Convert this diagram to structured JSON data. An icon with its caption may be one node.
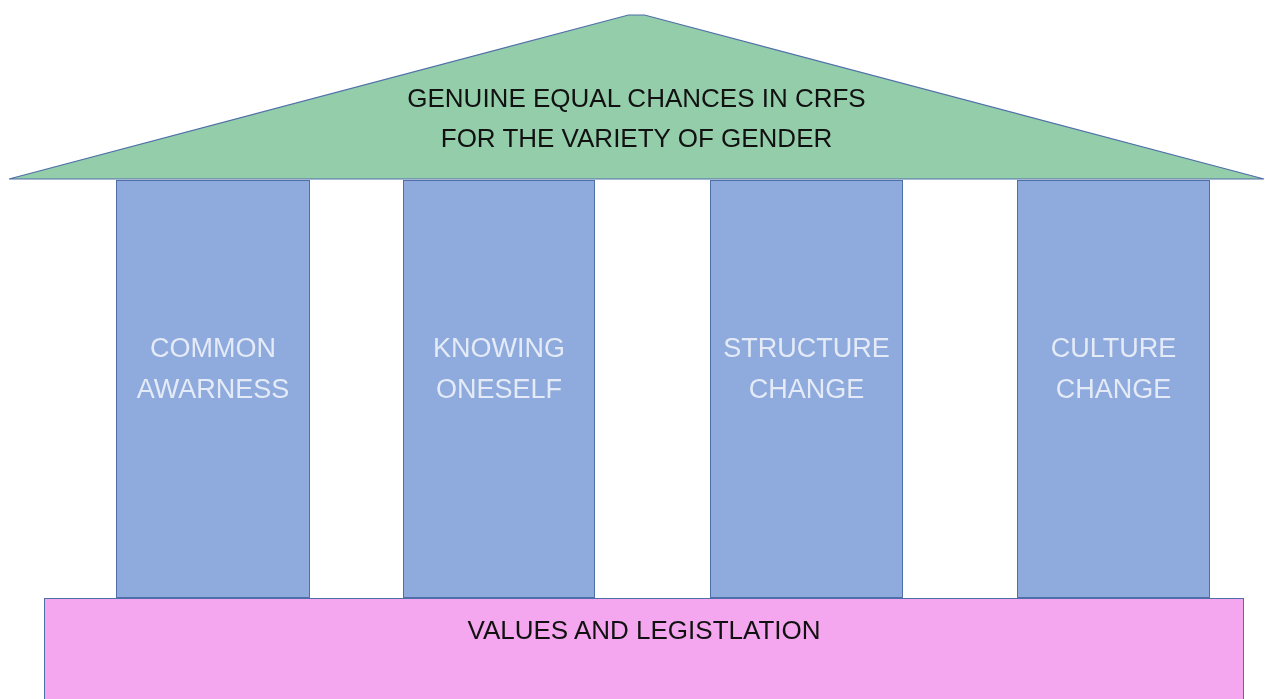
{
  "diagram": {
    "nodes": [
      {
        "text": [
          "GENUINE EQUAL CHANCES IN CRFS FOR THE VARIETY OF GENDER"
        ]
      },
      {
        "text": [
          "COMMON AWARNESS"
        ]
      },
      {
        "text": [
          "KNOWING ONESELF"
        ]
      },
      {
        "text": [
          "STRUCTURE CHANGE"
        ]
      },
      {
        "text": [
          "CULTURE CHANGE"
        ]
      },
      {
        "text": [
          "VALUES AND LEGISTLATION"
        ]
      }
    ]
  }
}
